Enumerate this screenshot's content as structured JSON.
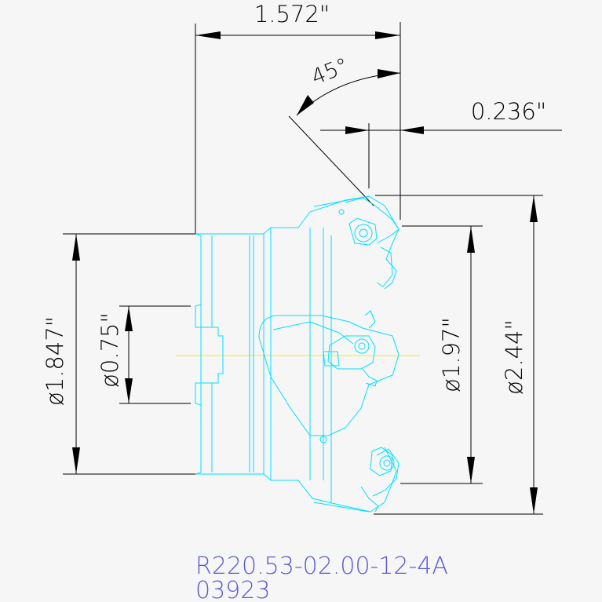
{
  "dimensions": {
    "overall_length": "1.572\"",
    "chamfer_angle": "45°",
    "insert_offset": "0.236\"",
    "shank_diameter": "ø1.847\"",
    "bore_diameter": "ø0.75\"",
    "body_diameter": "ø1.97\"",
    "cutting_diameter": "ø2.44\""
  },
  "part_label": {
    "code": "R220.53-02.00-12-4A",
    "number": "03923"
  },
  "colors": {
    "background": "#f6f6f6",
    "dimension_lines": "#000000",
    "outline": "#00e0ff",
    "centerline": "#f0f000",
    "label": "#5a5ad6"
  }
}
